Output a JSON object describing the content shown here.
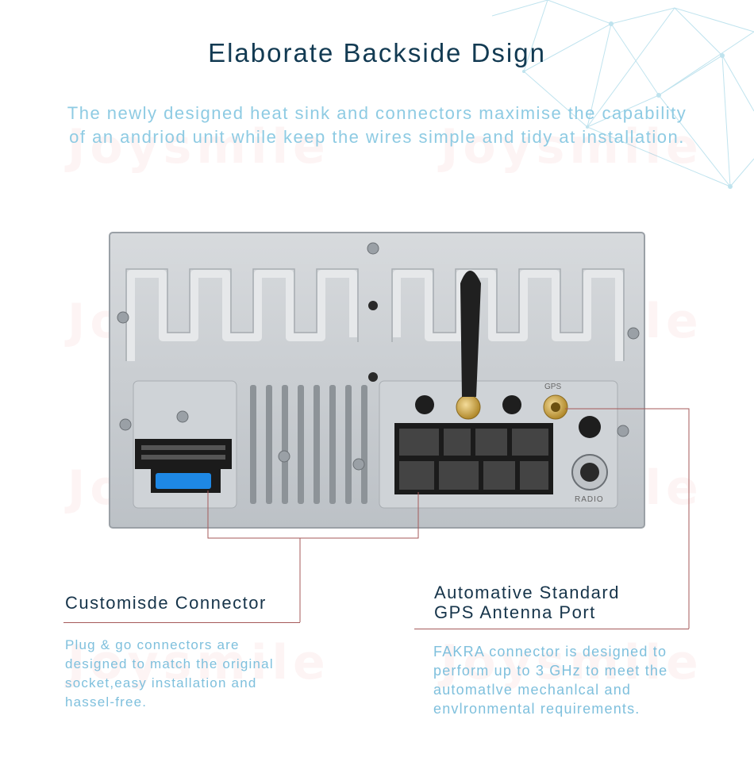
{
  "header": {
    "title": "Elaborate Backside Dsign",
    "subtitle": "The newly designed heat sink and connectors maximise the capability of an andriod unit while keep the wires simple and tidy at installation."
  },
  "watermark": "Joysmile",
  "device": {
    "gps_port_label": "GPS",
    "radio_port_label": "RADIO"
  },
  "callouts": {
    "left": {
      "title": "Customisde Connector",
      "description": "Plug & go connectors are designed to match the original socket,easy installation and hassel-free."
    },
    "right": {
      "title_line1": "Automative Standard",
      "title_line2": "GPS Antenna Port",
      "description": "FAKRA connector is designed to perform up to 3 GHz to meet the automatlve mechanlcal and envlronmental requirements."
    }
  },
  "colors": {
    "title": "#123a52",
    "subtitle": "#8ecbe3",
    "callout_title": "#16344a",
    "callout_desc": "#7fc0dd",
    "leader_line": "#a55a5a",
    "panel": "#c9cdd2"
  }
}
